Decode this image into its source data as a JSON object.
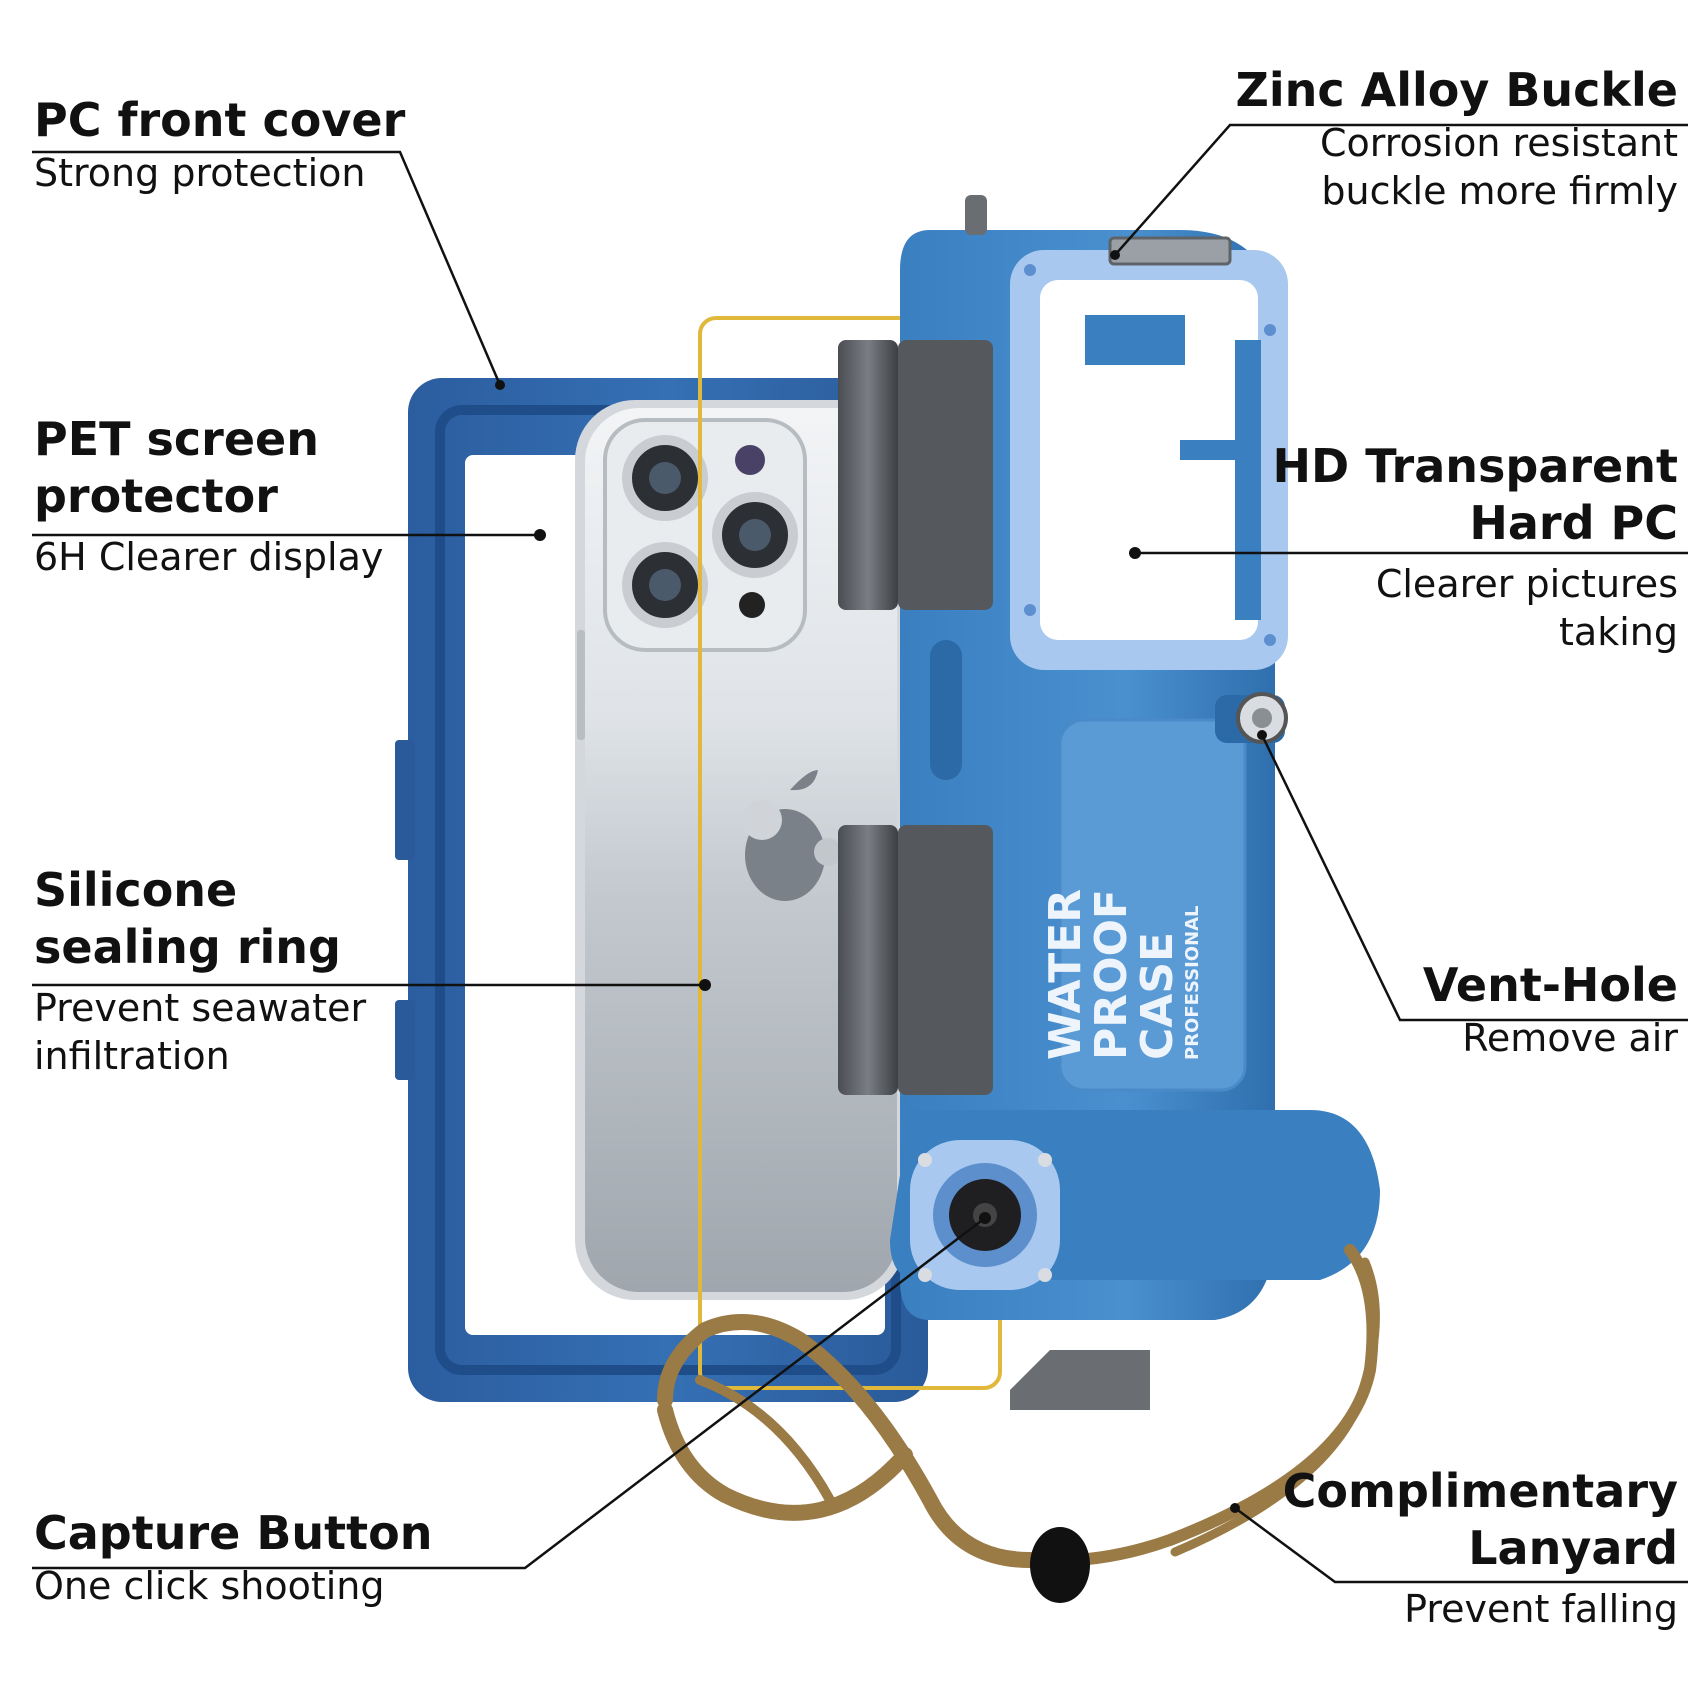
{
  "callouts": {
    "pc_front_cover": {
      "title": "PC front cover",
      "desc_lines": [
        "Strong protection"
      ]
    },
    "pet_screen_protector": {
      "title_lines": [
        "PET screen",
        "protector"
      ],
      "desc_lines": [
        "6H Clearer display"
      ]
    },
    "silicone_sealing_ring": {
      "title_lines": [
        "Silicone",
        "sealing ring"
      ],
      "desc_lines": [
        "Prevent seawater",
        "infiltration"
      ]
    },
    "capture_button": {
      "title": "Capture Button",
      "desc_lines": [
        "One click shooting"
      ]
    },
    "zinc_alloy_buckle": {
      "title": "Zinc Alloy Buckle",
      "desc_lines": [
        "Corrosion resistant",
        "buckle more firmly"
      ]
    },
    "hd_transparent_hard_pc": {
      "title_lines": [
        "HD Transparent",
        "Hard PC"
      ],
      "desc_lines": [
        "Clearer pictures",
        "taking"
      ]
    },
    "vent_hole": {
      "title": "Vent-Hole",
      "desc_lines": [
        "Remove air"
      ]
    },
    "complimentary_lanyard": {
      "title_lines": [
        "Complimentary",
        "Lanyard"
      ],
      "desc_lines": [
        "Prevent falling"
      ]
    }
  },
  "product_text": {
    "case_emboss_lines": [
      "WATER",
      "PROOF",
      "CASE"
    ],
    "case_emboss_sub": "PROFESSIONAL"
  },
  "colors": {
    "case_blue": "#3f86c4",
    "case_blue_dark": "#2c6aa7",
    "cover_blue": "#2f63a8",
    "frame_light": "#a8c8ef",
    "seal_yellow": "#e0b93a",
    "lanyard_tan": "#9a7a45",
    "leader_line": "#111111"
  }
}
